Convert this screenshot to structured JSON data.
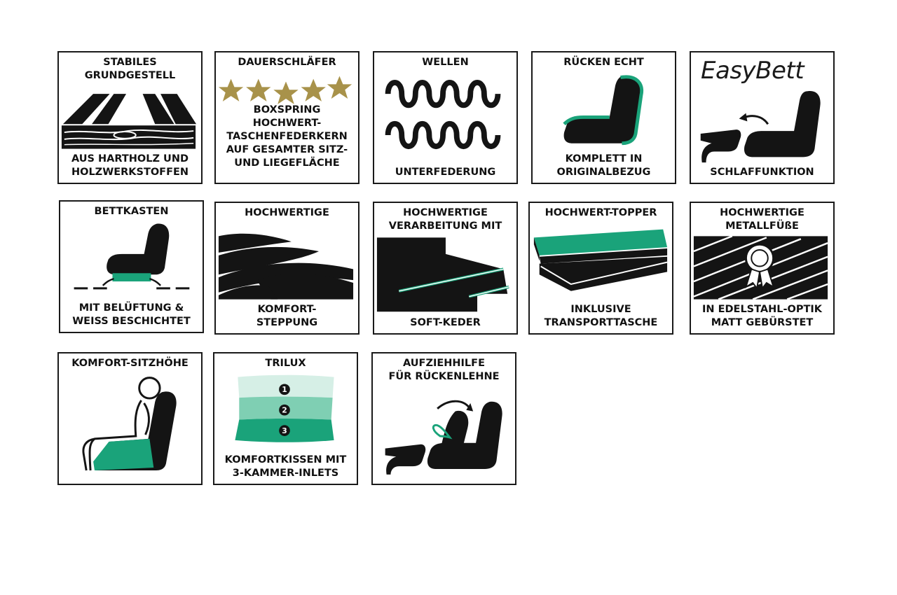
{
  "colors": {
    "accent": "#1aa37a",
    "ink": "#141414",
    "gold": "#a8924a"
  },
  "tiles": [
    {
      "top": [
        "STABILES",
        "GRUNDGESTELL"
      ],
      "bottom": [
        "AUS HARTHOLZ UND",
        "HOLZWERKSTOFFEN"
      ],
      "icon": "wood-frame-icon"
    },
    {
      "top": [
        "DAUERSCHLÄFER"
      ],
      "middle": [
        "BOXSPRING",
        "HOCHWERT-",
        "TASCHENFEDERKERN",
        "AUF GESAMTER SITZ-",
        "UND LIEGEFLÄCHE"
      ],
      "icon": "five-stars-icon"
    },
    {
      "top": [
        "WELLEN"
      ],
      "bottom": [
        "UNTERFEDERUNG"
      ],
      "icon": "wave-springs-icon"
    },
    {
      "top": [
        "RÜCKEN ECHT"
      ],
      "bottom": [
        "KOMPLETT IN",
        "ORIGINALBEZUG"
      ],
      "icon": "armchair-icon"
    },
    {
      "brand": "EasyBett",
      "bottom": [
        "SCHLAFFUNKTION"
      ],
      "icon": "sleep-function-icon"
    },
    {
      "top": [
        "BETTKASTEN"
      ],
      "bottom": [
        "MIT BELÜFTUNG &",
        "WEISS BESCHICHTET"
      ],
      "icon": "bed-box-icon"
    },
    {
      "top": [
        "HOCHWERTIGE"
      ],
      "bottom": [
        "KOMFORT-",
        "STEPPUNG"
      ],
      "icon": "quilting-icon"
    },
    {
      "top": [
        "HOCHWERTIGE",
        "VERARBEITUNG MIT"
      ],
      "bottom": [
        "SOFT-KEDER"
      ],
      "icon": "soft-piping-icon"
    },
    {
      "top": [
        "HOCHWERT-TOPPER"
      ],
      "bottom": [
        "INKLUSIVE",
        "TRANSPORTTASCHE"
      ],
      "icon": "topper-mattress-icon"
    },
    {
      "top": [
        "HOCHWERTIGE",
        "METALLFÜßE"
      ],
      "bottom": [
        "IN EDELSTAHL-OPTIK",
        "MATT GEBÜRSTET"
      ],
      "icon": "metal-feet-badge-icon"
    },
    {
      "top": [
        "KOMFORT-SITZHÖHE"
      ],
      "bottom": [],
      "icon": "seated-person-icon"
    },
    {
      "top": [
        "TRILUX"
      ],
      "bottom": [
        "KOMFORTKISSEN MIT",
        "3-KAMMER-INLETS"
      ],
      "icon": "three-chamber-cushion-icon",
      "chambers": [
        "1",
        "2",
        "3"
      ]
    },
    {
      "top": [
        "AUFZIEHHILFE",
        "FÜR RÜCKENLEHNE"
      ],
      "bottom": [],
      "icon": "backrest-pull-aid-icon"
    }
  ]
}
